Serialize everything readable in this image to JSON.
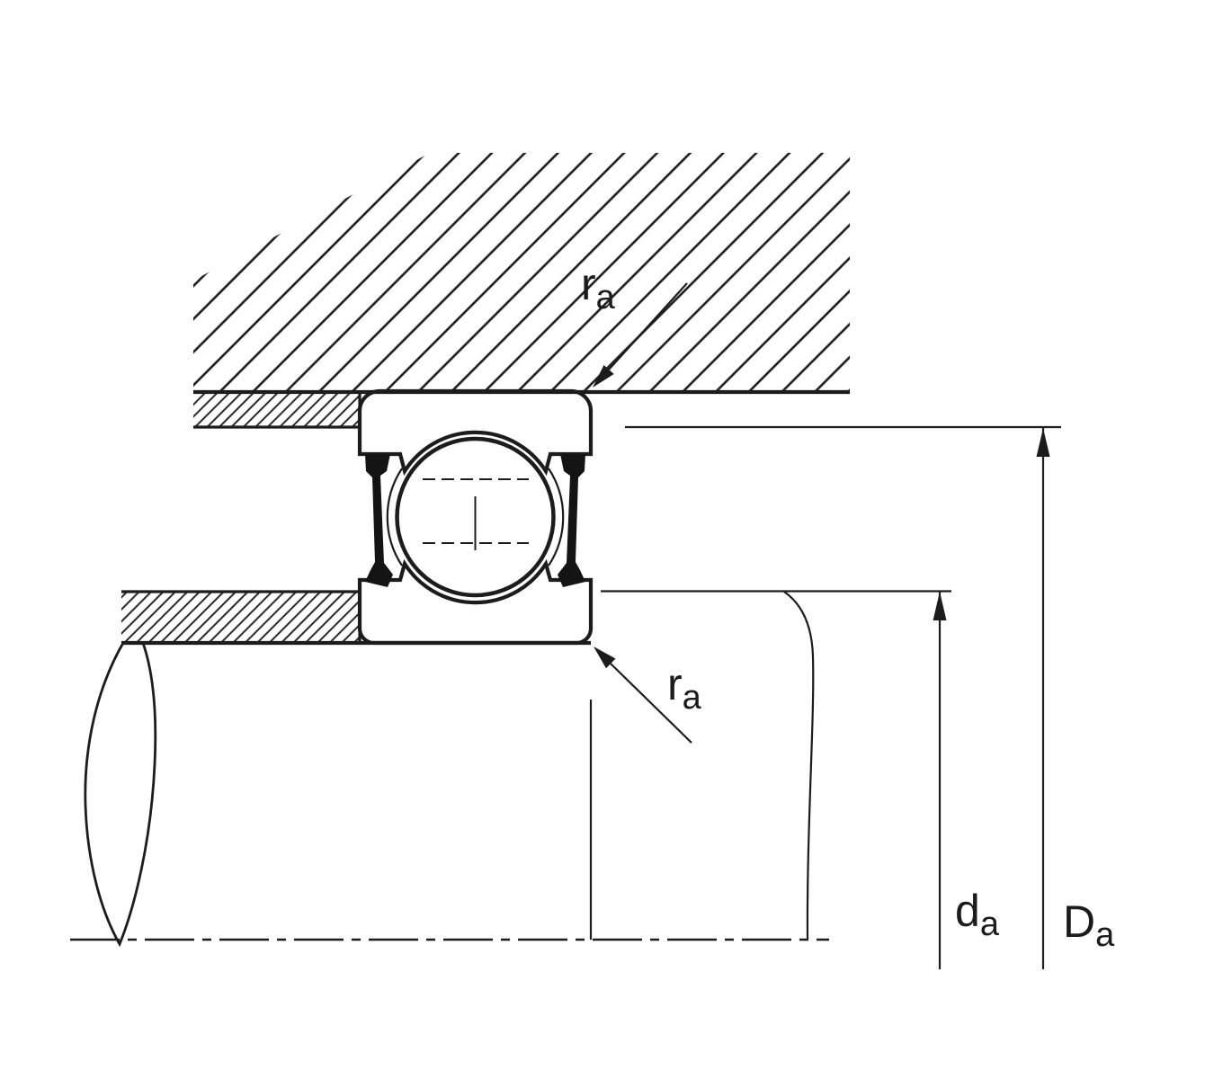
{
  "labels": {
    "ra_upper": {
      "base": "r",
      "sub": "a"
    },
    "ra_lower": {
      "base": "r",
      "sub": "a"
    },
    "shaft_abutment": {
      "base": "d",
      "sub": "a"
    },
    "housing_abutment": {
      "base": "D",
      "sub": "a"
    }
  },
  "colors": {
    "line": "#1c1c1c",
    "background": "#ffffff",
    "seal_fill": "#141414",
    "ball_fill": "#ffffff"
  }
}
